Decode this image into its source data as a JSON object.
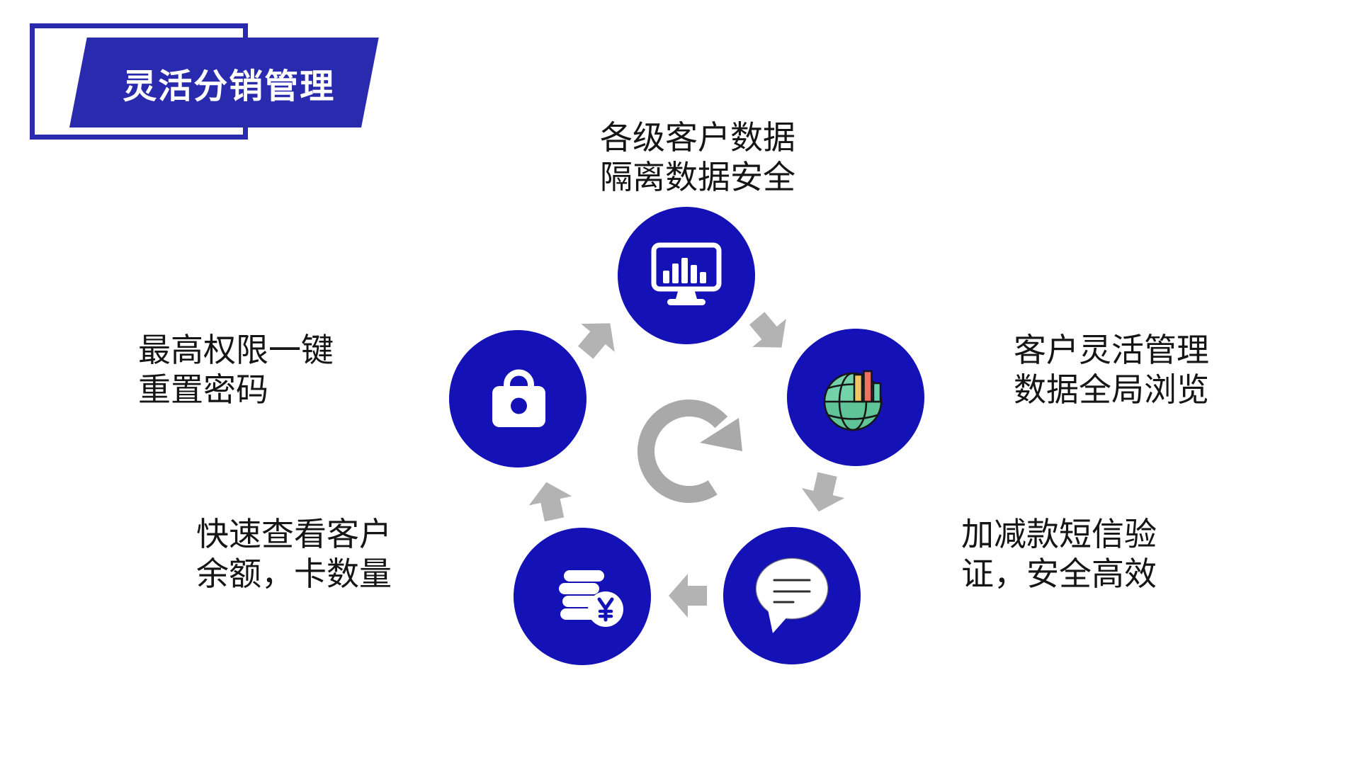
{
  "banner": {
    "title": "灵活分销管理"
  },
  "center": {
    "icon": "refresh-cycle-icon"
  },
  "nodes": [
    {
      "position": "top",
      "icon": "monitor-bar-chart-icon",
      "label": [
        "各级客户数据",
        "隔离数据安全"
      ]
    },
    {
      "position": "right",
      "icon": "globe-bar-chart-icon",
      "label": [
        "客户灵活管理",
        "数据全局浏览"
      ]
    },
    {
      "position": "bottom-right",
      "icon": "sms-speech-bubble-icon",
      "label": [
        "加减款短信验",
        "证，安全高效"
      ]
    },
    {
      "position": "bottom-left",
      "icon": "coins-yuan-icon",
      "label": [
        "快速查看客户",
        "余额，卡数量"
      ]
    },
    {
      "position": "left",
      "icon": "lock-icon",
      "label": [
        "最高权限一键",
        "重置密码"
      ]
    }
  ],
  "colors": {
    "primary_blue": "#2a2aae",
    "circle_blue": "#1411b6",
    "arrow_gray": "#b3b3b3",
    "refresh_gray": "#a9a9a9",
    "text_black": "#151515",
    "globe_green_light": "#74d2a8",
    "globe_green_dark": "#5fc497",
    "bar_yellow": "#f2c763",
    "bar_red": "#ef7164",
    "bar_teal": "#67d0ac"
  }
}
